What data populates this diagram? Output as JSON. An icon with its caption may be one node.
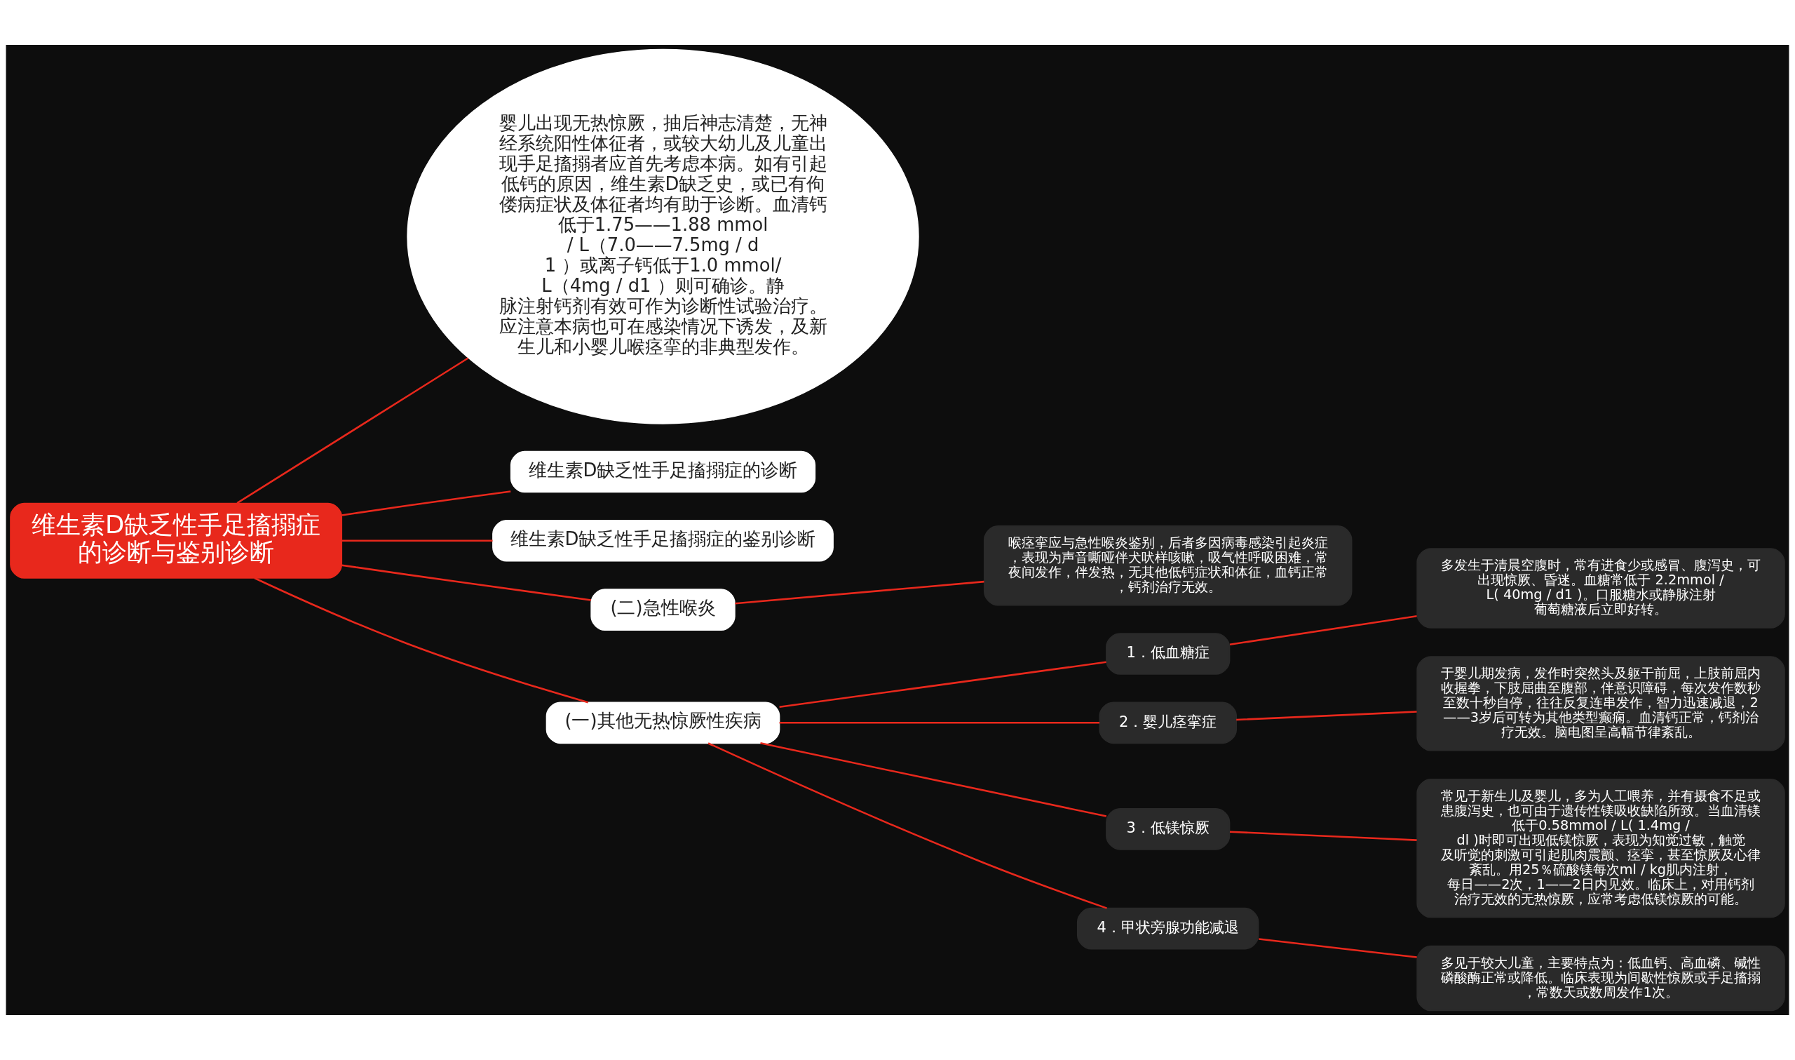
{
  "diagram": {
    "nodes": [
      {
        "text": [
          "维生素D缺乏性手足搐搦症的诊断与鉴别诊断"
        ]
      },
      {
        "text": [
          "婴儿出现无热惊厥，抽后神志清楚，无神经系统阳性体征者，或较大幼儿及儿童出现手足搐搦者应首先考虑本病。如有引起低钙的原因，维生素D缺乏史，或已有佝偻病症状及体征者均有助于诊断。血清钙低于1.75——1.88 mmol / L（7.0——7.5mg / d1 ）或离子钙低于1.0 mmol/L（4mg / d1 ）则可确诊。静脉注射钙剂有效可作为诊断性试验治疗。应注意本病也可在感染情况下诱发，及新生儿和小婴儿喉痉挛的非典型发作。"
        ]
      },
      {
        "text": [
          "维生素D缺乏性手足搐搦症的诊断"
        ]
      },
      {
        "text": [
          "维生素D缺乏性手足搐搦症的鉴别诊断"
        ]
      },
      {
        "text": [
          "(二)急性喉炎"
        ]
      },
      {
        "text": [
          "喉痉挛应与急性喉炎鉴别，后者多因病毒感染引起炎症，表现为声音嘶哑伴犬吠样咳嗽，吸气性呼吸困难，常夜间发作，伴发热，无其他低钙症状和体征，血钙正常，钙剂治疗无效。"
        ]
      },
      {
        "text": [
          "(一)其他无热惊厥性疾病"
        ]
      },
      {
        "text": [
          "1．低血糖症"
        ]
      },
      {
        "text": [
          "多发生于清晨空腹时，常有进食少或感冒、腹泻史，可出现惊厥、昏迷。血糖常低于 2.2mmol / L( 40mg / d1 )。口服糖水或静脉注射葡萄糖液后立即好转。"
        ]
      },
      {
        "text": [
          "2．婴儿痉挛症"
        ]
      },
      {
        "text": [
          "于婴儿期发病，发作时突然头及躯干前屈，上肢前屈内收握拳，下肢屈曲至腹部，伴意识障碍，每次发作数秒至数十秒自停，往往反复连串发作，智力迅速减退，2——3岁后可转为其他类型癫痫。血清钙正常，钙剂治疗无效。脑电图呈高幅节律紊乱。"
        ]
      },
      {
        "text": [
          "3．低镁惊厥"
        ]
      },
      {
        "text": [
          "常见于新生儿及婴儿，多为人工喂养，并有摄食不足或患腹泻史，也可由于遗传性镁吸收缺陷所致。当血清镁低于0.58mmol / L( 1.4mg / dl )时即可出现低镁惊厥，表现为知觉过敏，触觉及听觉的刺激可引起肌肉震颤、痉挛，甚至惊厥及心律紊乱。用25％硫酸镁每次ml / kg肌内注射，每日——2次，1——2日内见效。临床上，对用钙剂治疗无效的无热惊厥，应常考虑低镁惊厥的可能。"
        ]
      },
      {
        "text": [
          "4．甲状旁腺功能减退"
        ]
      },
      {
        "text": [
          "多见于较大儿童，主要特点为：低血钙、高血磷、碱性磷酸酶正常或降低。临床表现为间歇性惊厥或手足搐搦，常数天或数周发作1次。"
        ]
      }
    ],
    "edges": [
      {
        "from": 0,
        "to": 1,
        "arrow": "none"
      },
      {
        "from": 0,
        "to": 2,
        "arrow": "none"
      },
      {
        "from": 0,
        "to": 3,
        "arrow": "none"
      },
      {
        "from": 0,
        "to": 4,
        "arrow": "none"
      },
      {
        "from": 4,
        "to": 5,
        "arrow": "none"
      },
      {
        "from": 0,
        "to": 6,
        "arrow": "none"
      },
      {
        "from": 6,
        "to": 7,
        "arrow": "none"
      },
      {
        "from": 7,
        "to": 8,
        "arrow": "none"
      },
      {
        "from": 6,
        "to": 9,
        "arrow": "none"
      },
      {
        "from": 9,
        "to": 10,
        "arrow": "none"
      },
      {
        "from": 6,
        "to": 11,
        "arrow": "none"
      },
      {
        "from": 11,
        "to": 12,
        "arrow": "none"
      },
      {
        "from": 6,
        "to": 13,
        "arrow": "none"
      },
      {
        "from": 13,
        "to": 14,
        "arrow": "none"
      }
    ]
  }
}
